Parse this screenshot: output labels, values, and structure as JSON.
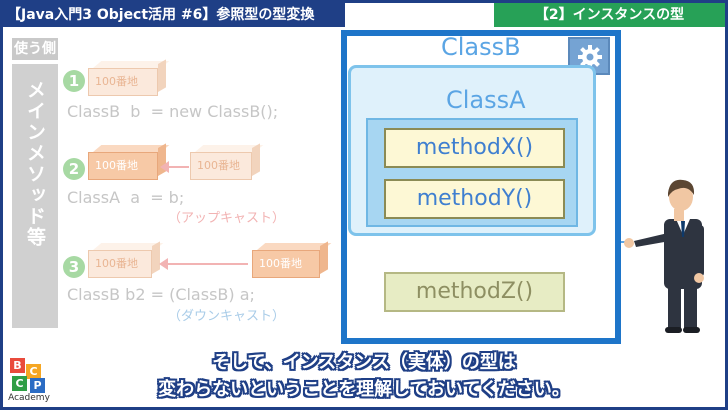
{
  "header": {
    "title": "【Java入門3 Object活用 #6】参照型の型変換",
    "section": "【2】インスタンスの型"
  },
  "side": {
    "label": "使う側",
    "vertical": "メインメソッド等"
  },
  "steps": [
    {
      "num": "1",
      "box": "100番地",
      "code": "ClassB  b  = new ClassB();"
    },
    {
      "num": "2",
      "box": "100番地",
      "box2": "100番地",
      "code": "ClassA  a  = b;",
      "note": "（アップキャスト）"
    },
    {
      "num": "3",
      "box": "100番地",
      "box2": "100番地",
      "code": "ClassB b2 = (ClassB) a;",
      "note": "（ダウンキャスト）"
    }
  ],
  "diagram": {
    "outer": "ClassB",
    "inner": "ClassA",
    "methods": [
      "methodX()",
      "methodY()",
      "methodZ()"
    ],
    "settings_icon": "gear-icon"
  },
  "subtitle": {
    "line1": "そして、インスタンス（実体）の型は",
    "line2": "変わらないということを理解しておいてください。"
  },
  "logo": {
    "letters": [
      "B",
      "C",
      "C",
      "P"
    ],
    "caption": "Academy"
  },
  "colors": {
    "navy": "#1f3f86",
    "green": "#27a157",
    "blue": "#1e75c9"
  }
}
